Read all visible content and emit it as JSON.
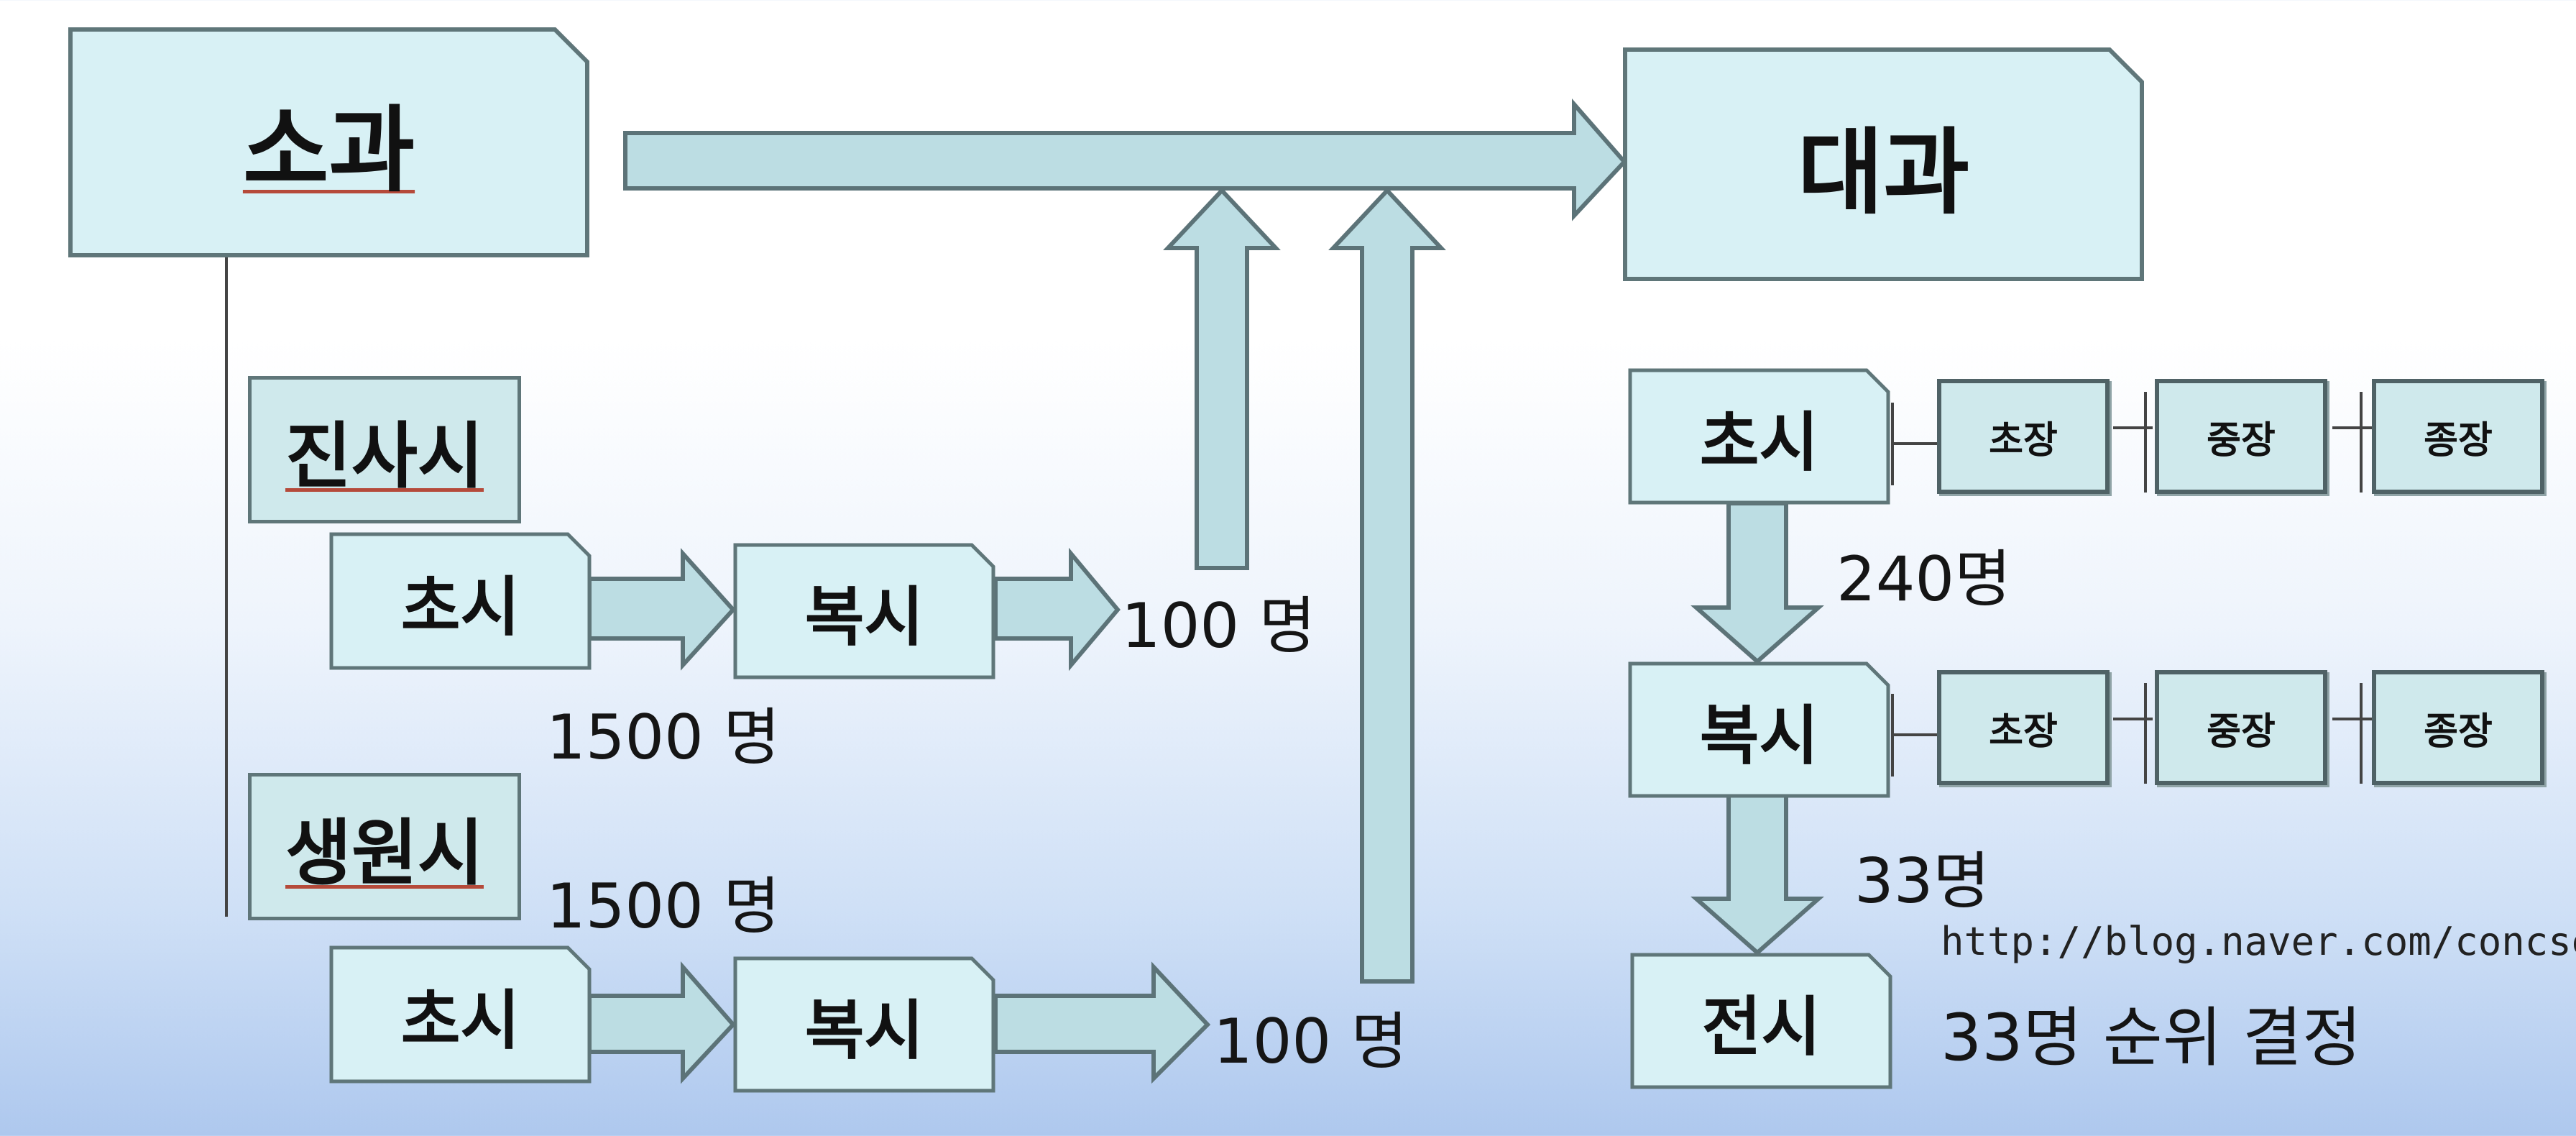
{
  "colors": {
    "box_fill": "#d8f1f5",
    "box_stroke": "#5f7679",
    "arrow_fill": "#bcdde3",
    "arrow_stroke": "#5c7378"
  },
  "sogwa": {
    "title": "소과"
  },
  "daegwa": {
    "title": "대과"
  },
  "jinsasi": {
    "title": "진사시",
    "chosi": "초시",
    "boksi": "복시",
    "quota_chosi": "1500 명",
    "quota_pass": "100 명"
  },
  "saengwonsi": {
    "title": "생원시",
    "chosi": "초시",
    "boksi": "복시",
    "quota_chosi": "1500 명",
    "quota_pass": "100 명"
  },
  "daegwa_steps": {
    "chosi": "초시",
    "boksi": "복시",
    "jeonsi": "전시",
    "chosi_venues": [
      "초장",
      "중장",
      "종장"
    ],
    "boksi_venues": [
      "초장",
      "중장",
      "종장"
    ],
    "quota_chosi": "240명",
    "quota_boksi": "33명",
    "jeonsi_note": "33명 순위 결정"
  },
  "watermark": "http://blog.naver.com/concse/"
}
